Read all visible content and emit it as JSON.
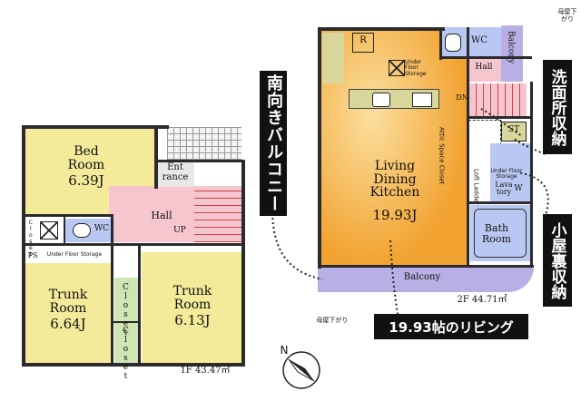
{
  "floors": {
    "first": {
      "label": "1F 43.47㎡",
      "rooms": {
        "bed": {
          "name": "Bed\nRoom",
          "size": "6.39J"
        },
        "entrance": "Ent\nrance",
        "hall": "Hall",
        "up": "UP",
        "closet_small": "Closet",
        "wc": "WC",
        "ps": "PS",
        "under_floor": "Under Floor Storage",
        "trunk_left": {
          "name": "Trunk\nRoom",
          "size": "6.64J"
        },
        "trunk_right": {
          "name": "Trunk\nRoom",
          "size": "6.13J"
        },
        "closet_a": "Closet",
        "closet_b": "Closet"
      }
    },
    "second": {
      "label": "2F 44.71㎡",
      "rooms": {
        "ldk": {
          "name": "Living\nDining\nKitchen",
          "size": "19.93J"
        },
        "wc": "WC",
        "hall": "Hall",
        "balcony_side": "Balcony",
        "dn": "DN",
        "st": "ST",
        "attic_closet": "Attic Space Closet",
        "loft_ladder": "Loft Ladder",
        "under_floor": "Under Floor\nStorage",
        "under_floor_2": "Under Floor\nStorage",
        "lavatory": "Lava\ntory",
        "w": "W",
        "bath": "Bath\nRoom",
        "balcony": "Balcony",
        "r": "R"
      },
      "roof_note_top": "母屋下がり",
      "roof_note_bottom": "母屋下がり"
    }
  },
  "callouts": {
    "south_balcony": "南向きバルコニー",
    "wash_storage": "洗面所収納",
    "attic_storage": "小屋裏収納",
    "living": "19.93帖のリビング"
  },
  "compass": "N",
  "colors": {
    "bed_room": "#f3eb9a",
    "trunk_room": "#f3eb9a",
    "hall": "#f6c6cf",
    "ldk_orange": "#f2a230",
    "wet_blue": "#b9c8f2",
    "balcony_lilac": "#b8b0e4",
    "olive": "#d8d69a",
    "green_closet": "#cfe6b4"
  }
}
